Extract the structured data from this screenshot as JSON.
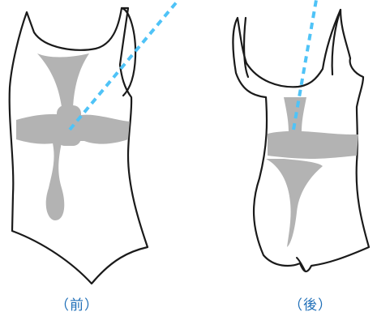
{
  "figures": [
    {
      "id": "front",
      "caption": "（前）"
    },
    {
      "id": "back",
      "caption": "（後）"
    }
  ],
  "colors": {
    "outline": "#1a1a1a",
    "fill": "#ffffff",
    "shade": "#b3b3b3",
    "dashed_line": "#4fc3f7",
    "caption": "#1f6fb8"
  }
}
